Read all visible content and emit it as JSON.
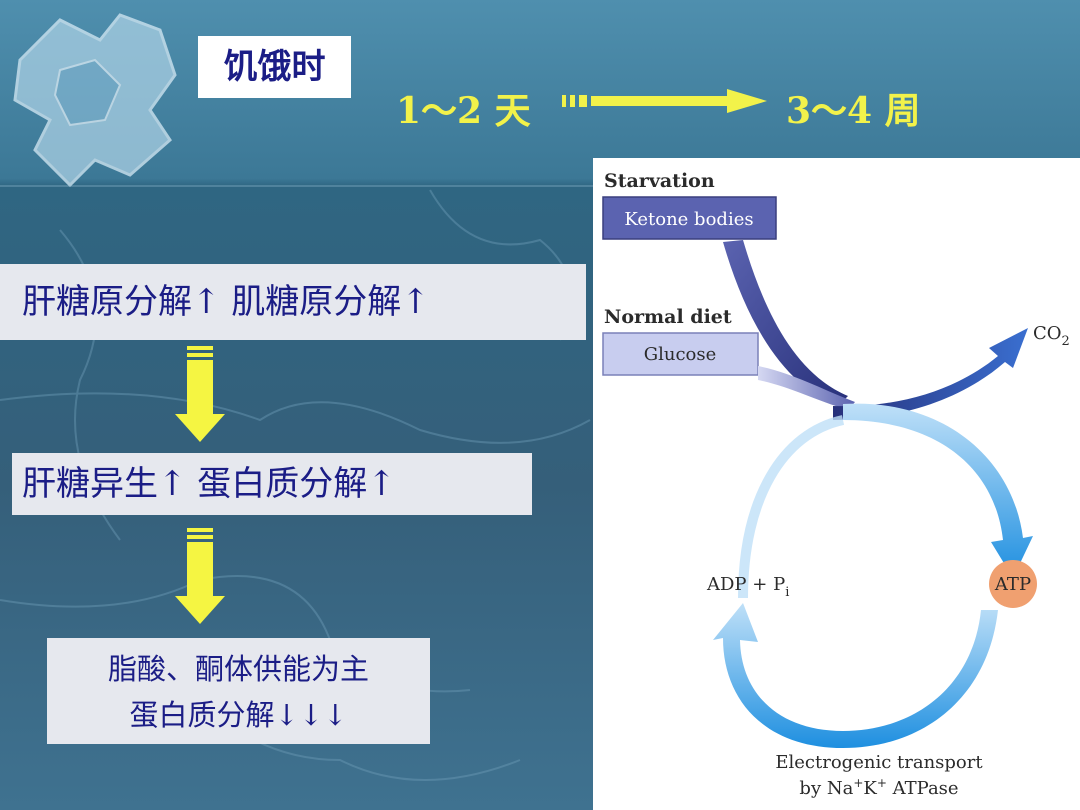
{
  "title": "饥饿时",
  "timeline": {
    "start": "1～2 天",
    "end": "3～4 周"
  },
  "steps": [
    {
      "text": "肝糖原分解↑ 肌糖原分解↑"
    },
    {
      "text": "肝糖异生↑ 蛋白质分解↑"
    },
    {
      "line1": "脂酸、酮体供能为主",
      "line2": "蛋白质分解↓↓↓"
    }
  ],
  "diagram": {
    "starvation_label": "Starvation",
    "ketone_label": "Ketone bodies",
    "normal_diet_label": "Normal diet",
    "glucose_label": "Glucose",
    "co2_main": "CO",
    "co2_sub": "2",
    "adp_main": "ADP + P",
    "adp_sub": "i",
    "atp_label": "ATP",
    "transport_line1": "Electrogenic transport",
    "transport_line2_a": "by Na",
    "transport_line2_b": "+",
    "transport_line2_c": "K",
    "transport_line2_d": "+",
    "transport_line2_e": " ATPase"
  },
  "colors": {
    "title_text": "#1b1d86",
    "timeline_yellow": "#f2f24a",
    "arrow_yellow": "#f5f542",
    "ketone_box": "#5b63b0",
    "glucose_box": "#c8cdef",
    "cycle_blue": "#1e8fe0",
    "atp_orange": "#f0a070"
  }
}
